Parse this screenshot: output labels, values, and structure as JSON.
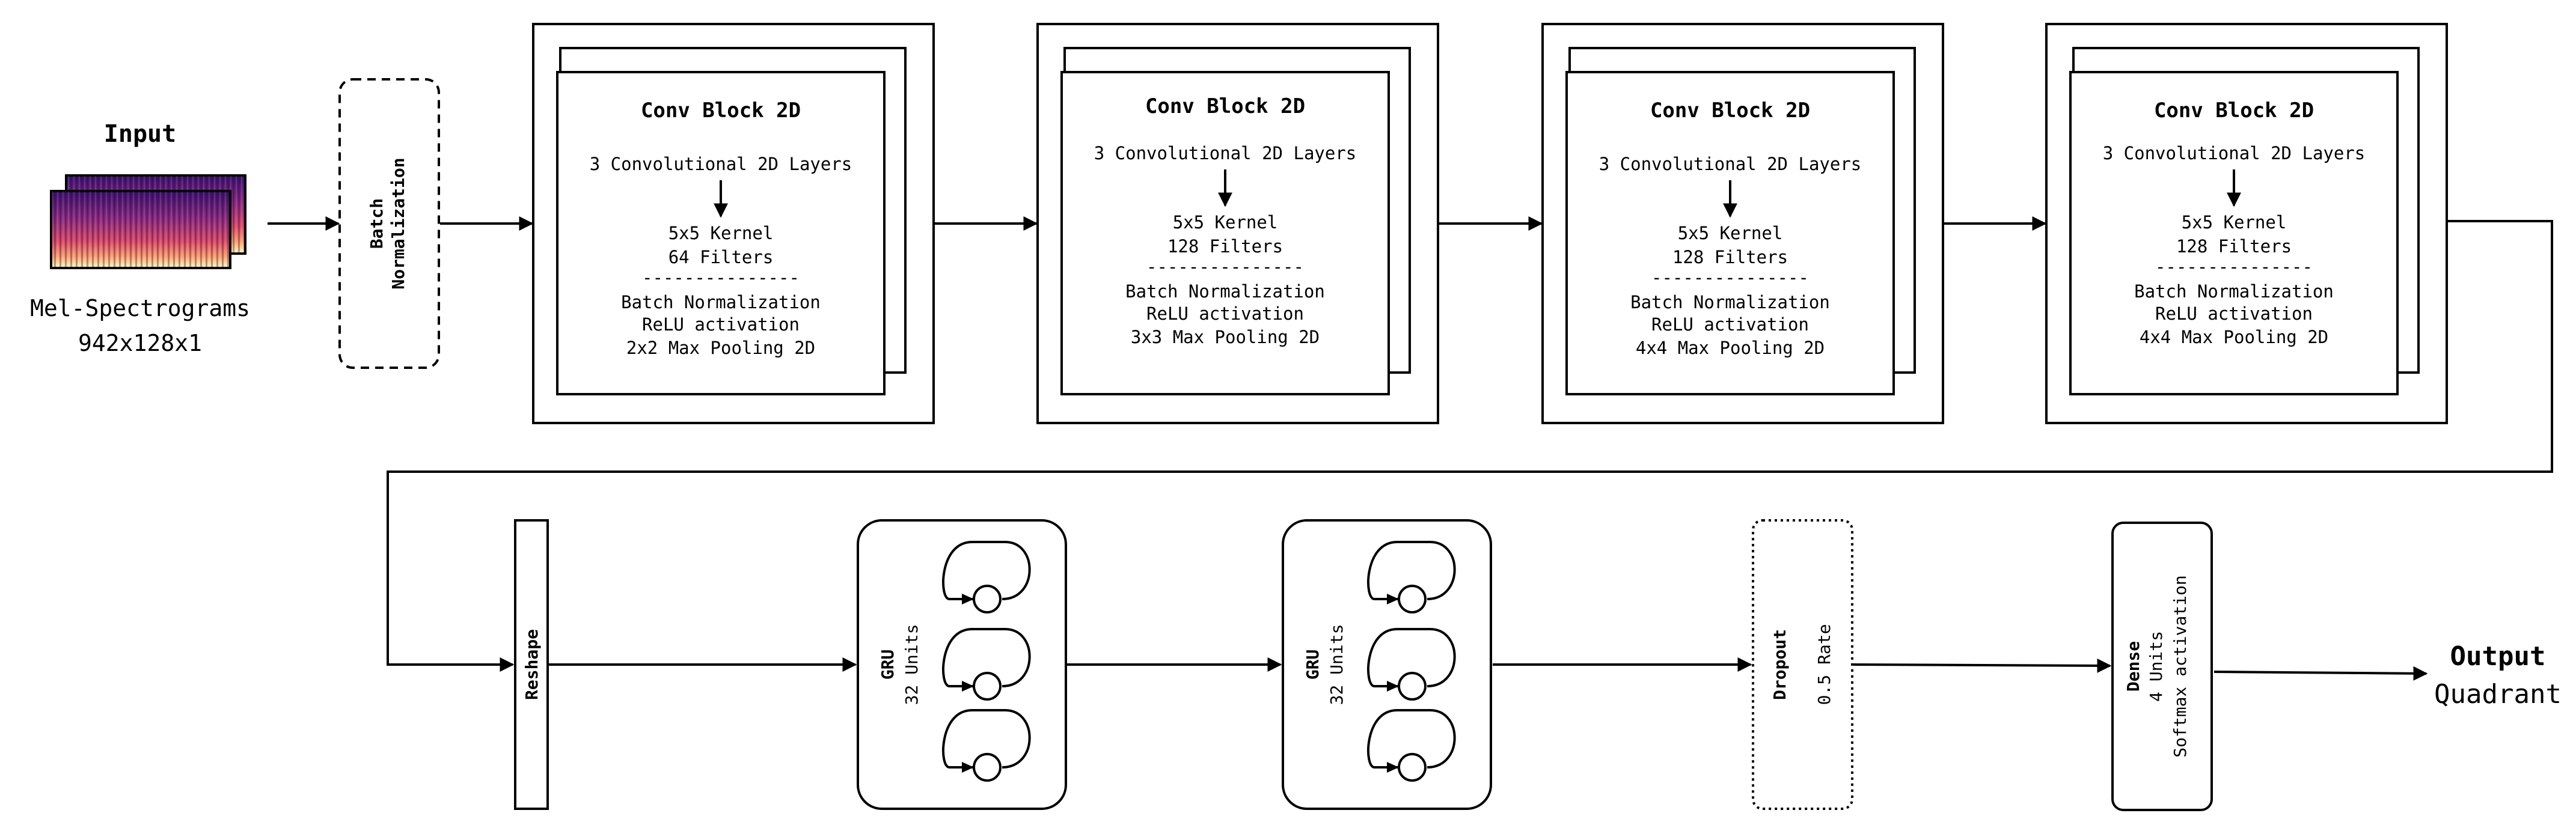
{
  "input": {
    "title": "Input",
    "caption_line1": "Mel-Spectrograms",
    "caption_line2": "942x128x1"
  },
  "batch_norm": {
    "line1": "Batch",
    "line2": "Normalization"
  },
  "conv_blocks": [
    {
      "title": "Conv Block 2D",
      "layers": "3 Convolutional 2D Layers",
      "kernel": "5x5 Kernel",
      "filters": "64 Filters",
      "sep": "---------------",
      "bn": "Batch Normalization",
      "act": "ReLU activation",
      "pool": "2x2 Max Pooling 2D"
    },
    {
      "title": "Conv Block 2D",
      "layers": "3 Convolutional 2D Layers",
      "kernel": "5x5 Kernel",
      "filters": "128 Filters",
      "sep": "---------------",
      "bn": "Batch Normalization",
      "act": "ReLU activation",
      "pool": "3x3 Max Pooling 2D"
    },
    {
      "title": "Conv Block 2D",
      "layers": "3 Convolutional 2D Layers",
      "kernel": "5x5 Kernel",
      "filters": "128 Filters",
      "sep": "---------------",
      "bn": "Batch Normalization",
      "act": "ReLU activation",
      "pool": "4x4 Max Pooling 2D"
    },
    {
      "title": "Conv Block 2D",
      "layers": "3 Convolutional 2D Layers",
      "kernel": "5x5 Kernel",
      "filters": "128 Filters",
      "sep": "---------------",
      "bn": "Batch Normalization",
      "act": "ReLU activation",
      "pool": "4x4 Max Pooling 2D"
    }
  ],
  "reshape": {
    "label": "Reshape"
  },
  "gru_layers": [
    {
      "title": "GRU",
      "units": "32 Units"
    },
    {
      "title": "GRU",
      "units": "32 Units"
    }
  ],
  "dropout": {
    "title": "Dropout",
    "rate": "0.5 Rate"
  },
  "dense": {
    "title": "Dense",
    "units": "4 Units",
    "activation": "Softmax activation"
  },
  "output": {
    "title": "Output",
    "caption": "Quadrant"
  }
}
